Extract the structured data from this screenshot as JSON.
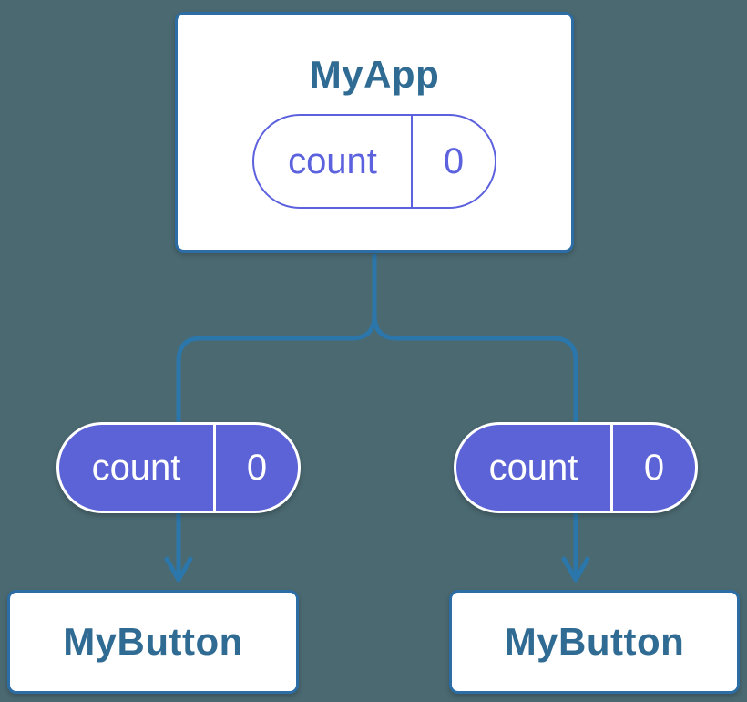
{
  "colors": {
    "background": "#4b6971",
    "connector_blue": "#2b76ab",
    "card_border_blue": "#2b6da4",
    "title_text_blue": "#306b93",
    "state_pill_purple": "#5c63d6",
    "outline_pill_purple": "#5c61de",
    "card_background": "#ffffff",
    "pill_text_white": "#ffffff"
  },
  "tree": {
    "root": {
      "title": "MyApp",
      "state": {
        "name": "count",
        "value": "0"
      }
    },
    "children": [
      {
        "title": "MyButton",
        "state": {
          "name": "count",
          "value": "0"
        }
      },
      {
        "title": "MyButton",
        "state": {
          "name": "count",
          "value": "0"
        }
      }
    ]
  }
}
